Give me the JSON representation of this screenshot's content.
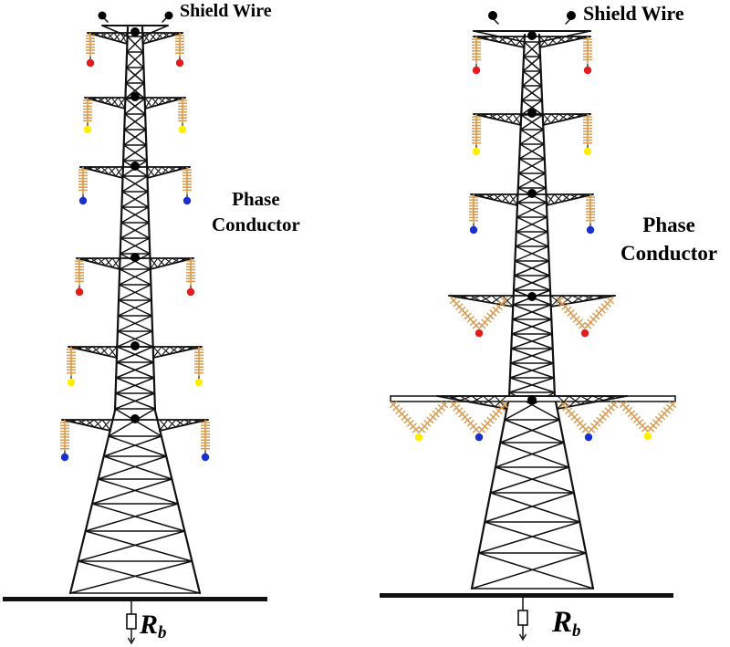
{
  "labels": {
    "shield_wire": "Shield Wire",
    "phase_line1": "Phase",
    "phase_line2": "Conductor",
    "resistance_main": "R",
    "resistance_sub": "b"
  },
  "colors": {
    "structure": "#111111",
    "insulator": "#d99a4e",
    "phase_red": "#e51c1c",
    "phase_yellow": "#ffee00",
    "phase_blue": "#1a2fd0",
    "node": "#000000"
  },
  "icons": {
    "conductor": "filled-circle",
    "insulator": "insulator-string-icon",
    "ground_resistor": "resistor-icon"
  }
}
